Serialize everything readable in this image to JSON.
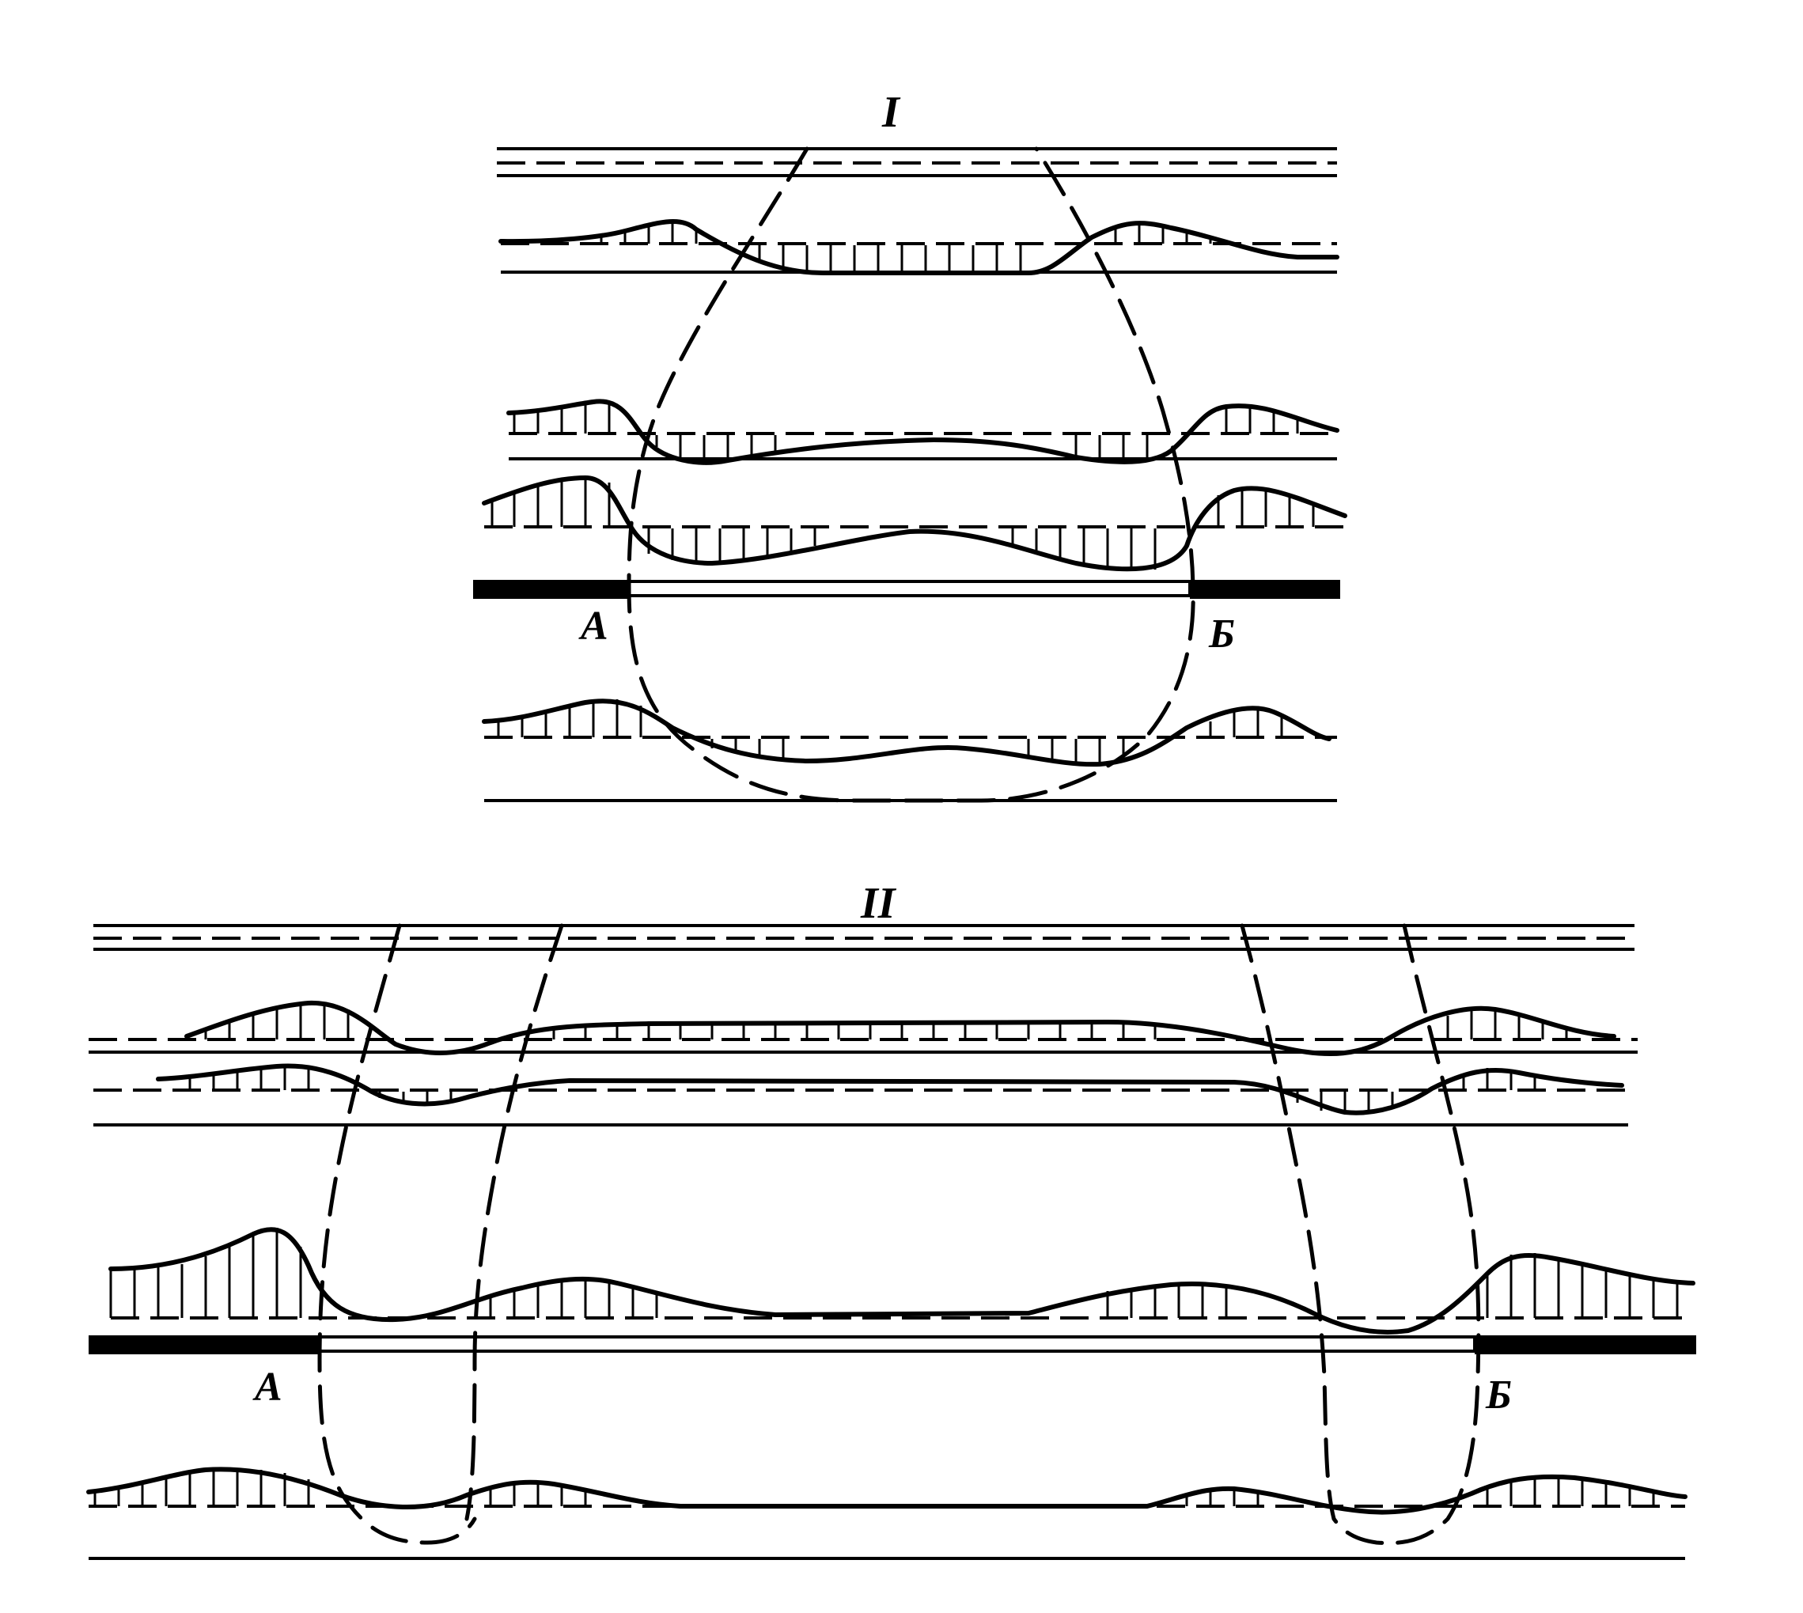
{
  "diagram": {
    "panel_1": {
      "title": "I",
      "point_a": "А",
      "point_b": "Б"
    },
    "panel_2": {
      "title": "II",
      "point_a": "А",
      "point_b": "Б"
    }
  },
  "colors": {
    "ink": "#000000",
    "paper": "#ffffff"
  }
}
